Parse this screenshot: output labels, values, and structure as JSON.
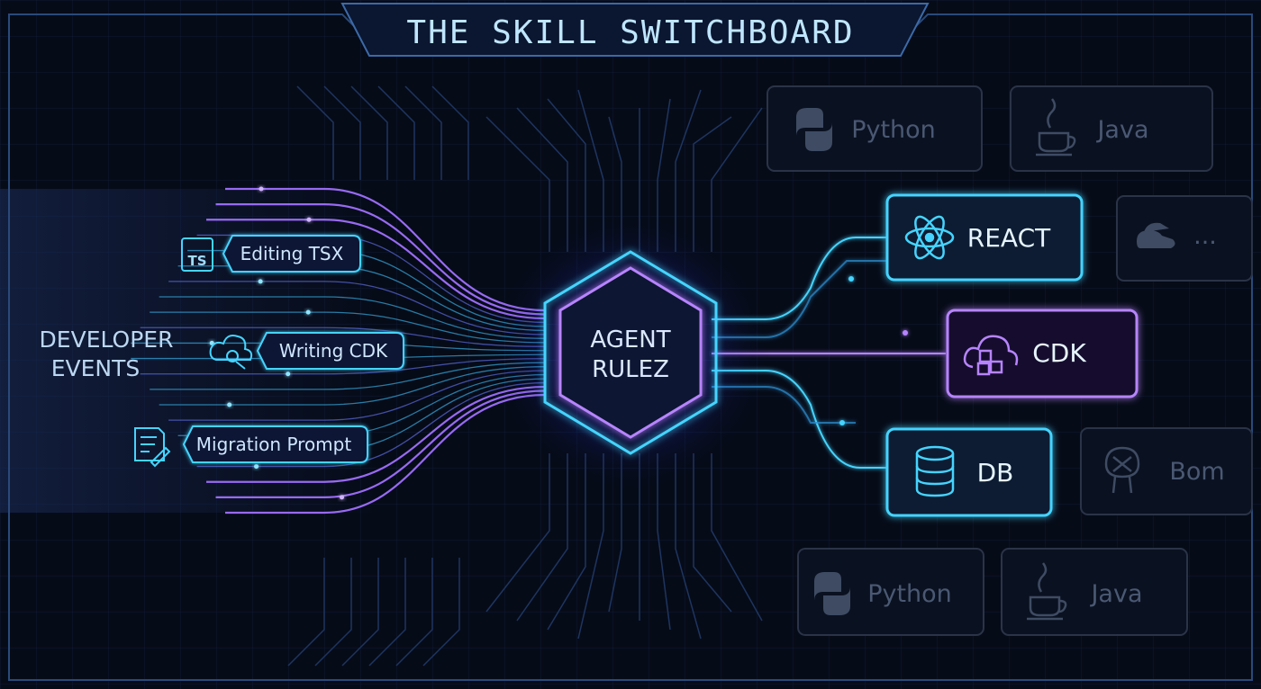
{
  "title": "THE SKILL SWITCHBOARD",
  "developer_label": {
    "line1": "DEVELOPER",
    "line2": "EVENTS"
  },
  "events": [
    {
      "label": "Editing TSX",
      "icon": "typescript-icon",
      "badge": "TS"
    },
    {
      "label": "Writing CDK",
      "icon": "cloud-gear-icon"
    },
    {
      "label": "Migration Prompt",
      "icon": "document-edit-icon"
    }
  ],
  "hub": {
    "line1": "AGENT",
    "line2": "RULEZ"
  },
  "active_skills": [
    {
      "label": "REACT",
      "icon": "react-atom-icon",
      "color": "#45d4ff"
    },
    {
      "label": "CDK",
      "icon": "cloud-cubes-icon",
      "color": "#b784ff"
    },
    {
      "label": "DB",
      "icon": "database-icon",
      "color": "#45d4ff"
    }
  ],
  "inactive_skills": [
    {
      "label": "Python",
      "icon": "python-icon"
    },
    {
      "label": "Java",
      "icon": "java-cup-icon"
    },
    {
      "label": "...",
      "icon": "sneakers-icon"
    },
    {
      "label": "Bom",
      "icon": "robot-icon"
    },
    {
      "label": "Python",
      "icon": "python-icon"
    },
    {
      "label": "Java",
      "icon": "java-cup-icon"
    }
  ],
  "colors": {
    "background": "#060b18",
    "cyan": "#45d4ff",
    "violet": "#b784ff",
    "title_text": "#bfe6ff",
    "muted": "#4a5873"
  }
}
